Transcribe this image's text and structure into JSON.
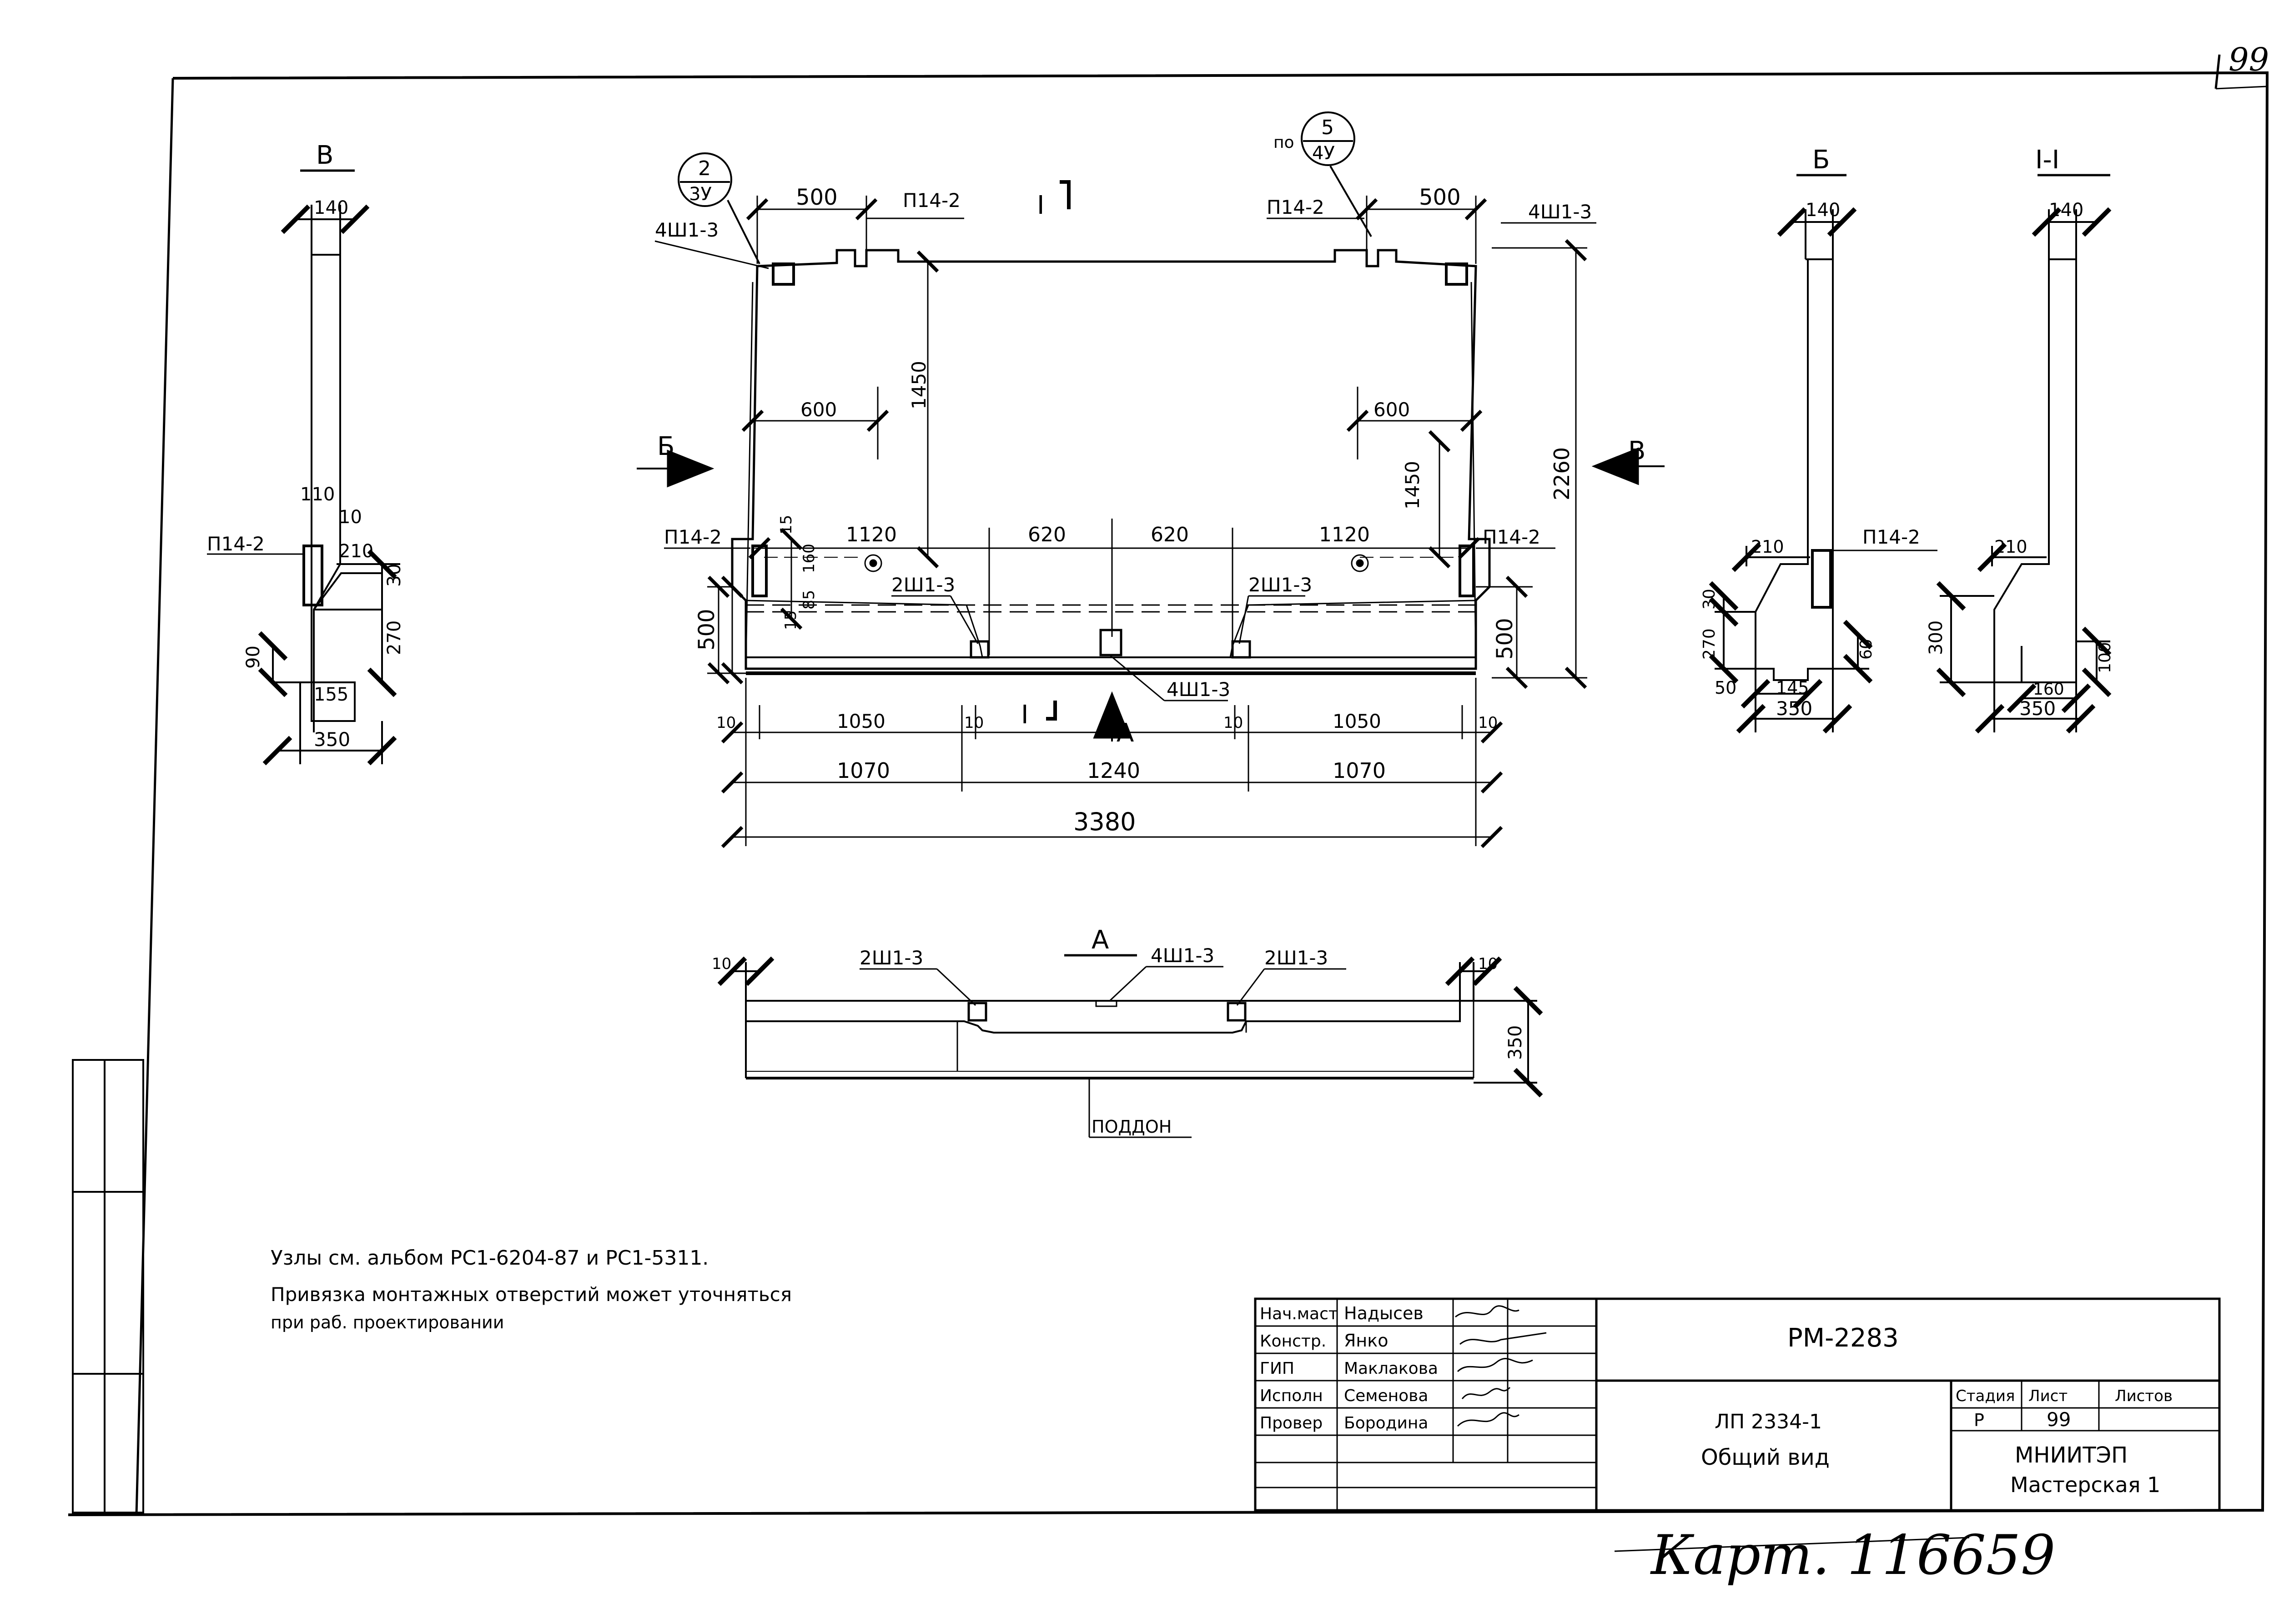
{
  "corner_page": "99",
  "main_view": {
    "callout_left": {
      "top": "2",
      "bottom": "3У"
    },
    "callout_right": {
      "prefix": "по",
      "top": "5",
      "bottom": "4У"
    },
    "dim_500_left": "500",
    "dim_500_right": "500",
    "label_p14_top_left": "П14-2",
    "label_p14_top_right": "П14-2",
    "label_4sh_left": "4Ш1-3",
    "label_4sh_right": "4Ш1-3",
    "section_mark": "I",
    "dim_600_left": "600",
    "dim_600_right": "600",
    "dim_1450_left": "1450",
    "dim_1450_right": "1450",
    "dim_2260": "2260",
    "arrow_b": "Б",
    "arrow_v": "В",
    "label_p14_low_left": "П14-2",
    "label_p14_low_right": "П14-2",
    "dim_1120_left": "1120",
    "dim_620_left": "620",
    "dim_620_right": "620",
    "dim_1120_right": "1120",
    "dim_15a": "15",
    "dim_160": "160",
    "dim_85": "85",
    "dim_15b": "15",
    "label_2sh_left": "2Ш1-3",
    "label_2sh_right": "2Ш1-3",
    "dim_500_height_left": "500",
    "dim_500_height_right": "500",
    "label_4sh_bottom": "4Ш1-3",
    "view_a_mark": "А",
    "dims_row1": [
      "10",
      "1050",
      "10",
      "10",
      "1050",
      "10"
    ],
    "dims_row2": [
      "1070",
      "1240",
      "1070"
    ],
    "dim_total": "3380"
  },
  "view_v": {
    "title": "В",
    "dims": [
      "140",
      "110",
      "10",
      "210",
      "30",
      "270",
      "90",
      "155",
      "350"
    ],
    "label": "П14-2"
  },
  "view_b": {
    "title": "Б",
    "dims": [
      "140",
      "210",
      "30",
      "270",
      "50",
      "145",
      "60",
      "350"
    ],
    "label": "П14-2"
  },
  "section_1": {
    "title": "I-I",
    "dims": [
      "140",
      "210",
      "300",
      "160",
      "100",
      "350"
    ]
  },
  "view_a": {
    "title": "А",
    "labels": [
      "2Ш1-3",
      "4Ш1-3",
      "2Ш1-3"
    ],
    "dims": [
      "10",
      "10",
      "350"
    ],
    "pallet": "ПОДДОН"
  },
  "notes": [
    "Узлы см. альбом РС1-6204-87 и РС1-5311.",
    "Привязка монтажных отверстий может уточняться",
    "при раб. проектировании"
  ],
  "title_block": {
    "roles": [
      "Нач.маст",
      "Констр.",
      "ГИП",
      "Исполн",
      "Провер"
    ],
    "names": [
      "Надысев",
      "Янко",
      "Маклакова",
      "Семенова",
      "Бородина"
    ],
    "doc_code": "РМ-2283",
    "item_code": "ЛП 2334-1",
    "item_title": "Общий вид",
    "col_headers": [
      "Стадия",
      "Лист",
      "Листов"
    ],
    "stage": "Р",
    "sheet": "99",
    "org_line1": "МНИИТЭП",
    "org_line2": "Мастерская 1"
  },
  "archive_note": "Карт. 116659"
}
